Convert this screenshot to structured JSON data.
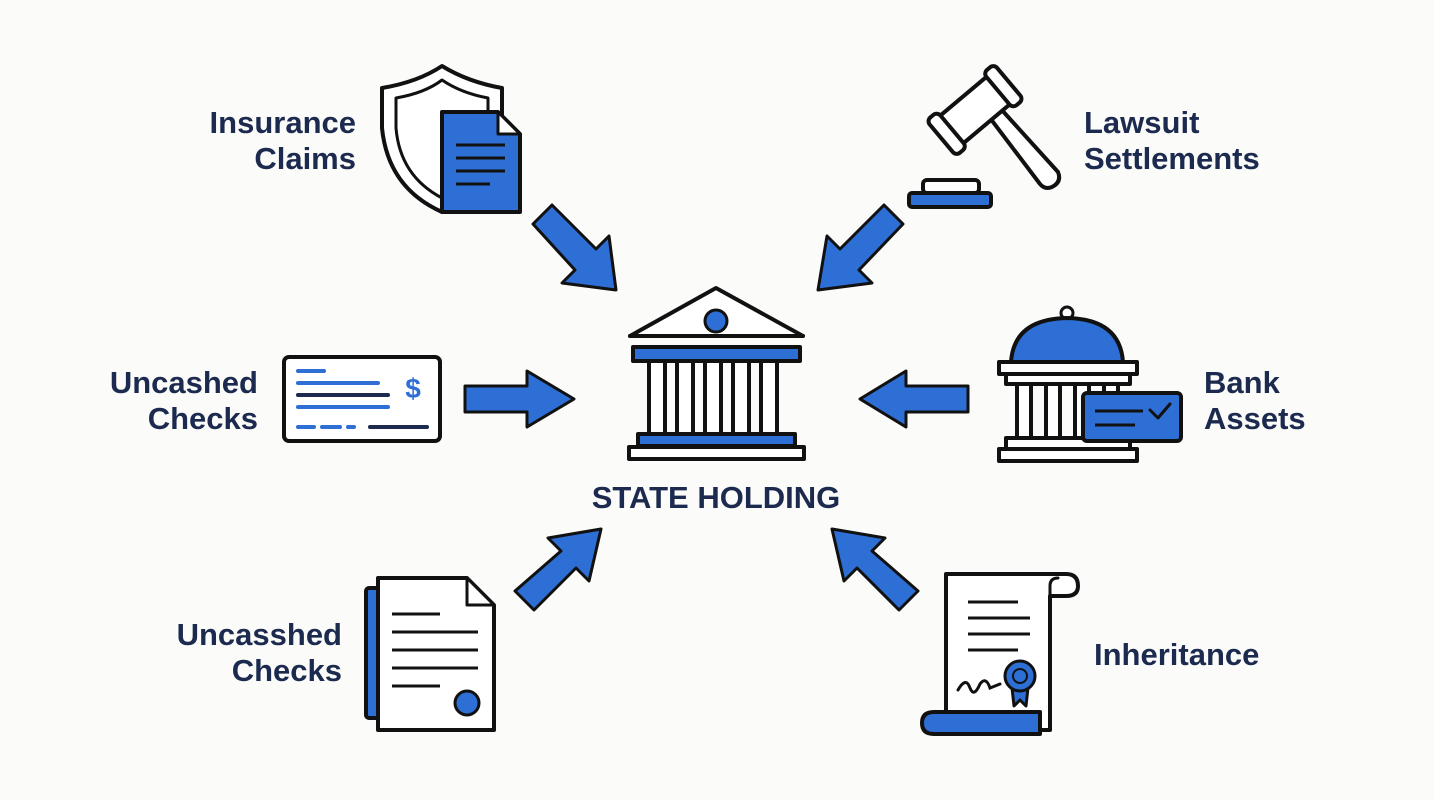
{
  "colors": {
    "accent": "#2e6fd6",
    "text": "#1b2a4e",
    "outline": "#111111",
    "background": "#fbfbf9"
  },
  "center": {
    "title": "STATE HOLDING",
    "icon": "bank-building-icon"
  },
  "sources": [
    {
      "id": "insurance-claims",
      "lines": [
        "Insurance",
        "Claims"
      ],
      "icon": "shield-document-icon"
    },
    {
      "id": "lawsuit-settlements",
      "lines": [
        "Lawsuit",
        "Settlements"
      ],
      "icon": "gavel-icon"
    },
    {
      "id": "uncashed-checks",
      "lines": [
        "Uncashed",
        "Checks"
      ],
      "icon": "check-icon"
    },
    {
      "id": "bank-assets",
      "lines": [
        "Bank",
        "Assets"
      ],
      "icon": "bank-with-card-icon"
    },
    {
      "id": "uncasshed-checks",
      "lines": [
        "Uncasshed",
        "Checks"
      ],
      "icon": "document-icon"
    },
    {
      "id": "inheritance",
      "lines": [
        "Inheritance"
      ],
      "icon": "will-scroll-icon"
    }
  ]
}
